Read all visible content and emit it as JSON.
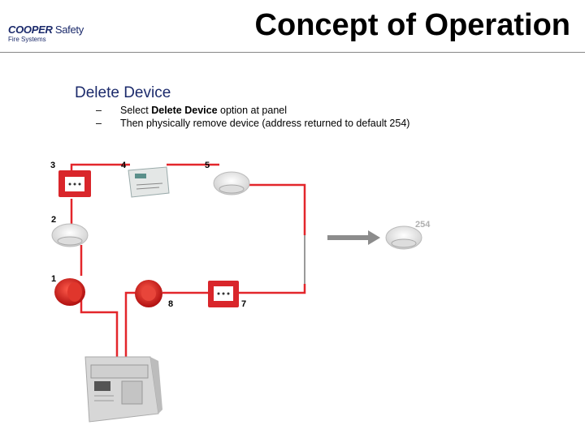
{
  "header": {
    "title": "Concept of Operation",
    "logo_cooper": "COOPER",
    "logo_safety": " Safety",
    "logo_sub": "Fire Systems"
  },
  "section": {
    "heading": "Delete Device",
    "bullet_1_prefix": "Select ",
    "bullet_1_bold": "Delete Device",
    "bullet_1_suffix": " option at panel",
    "bullet_2": "Then physically remove device (address returned to default 254)",
    "dash": "–"
  },
  "device_labels": {
    "d1": "1",
    "d2": "2",
    "d3": "3",
    "d4": "4",
    "d5": "5",
    "d7": "7",
    "d8": "8",
    "d254": "254"
  },
  "colors": {
    "loop_wire": "#e3262b",
    "call_point": "#d9262b",
    "accent": "#1b2a6b",
    "arrow": "#8c8c8c"
  }
}
